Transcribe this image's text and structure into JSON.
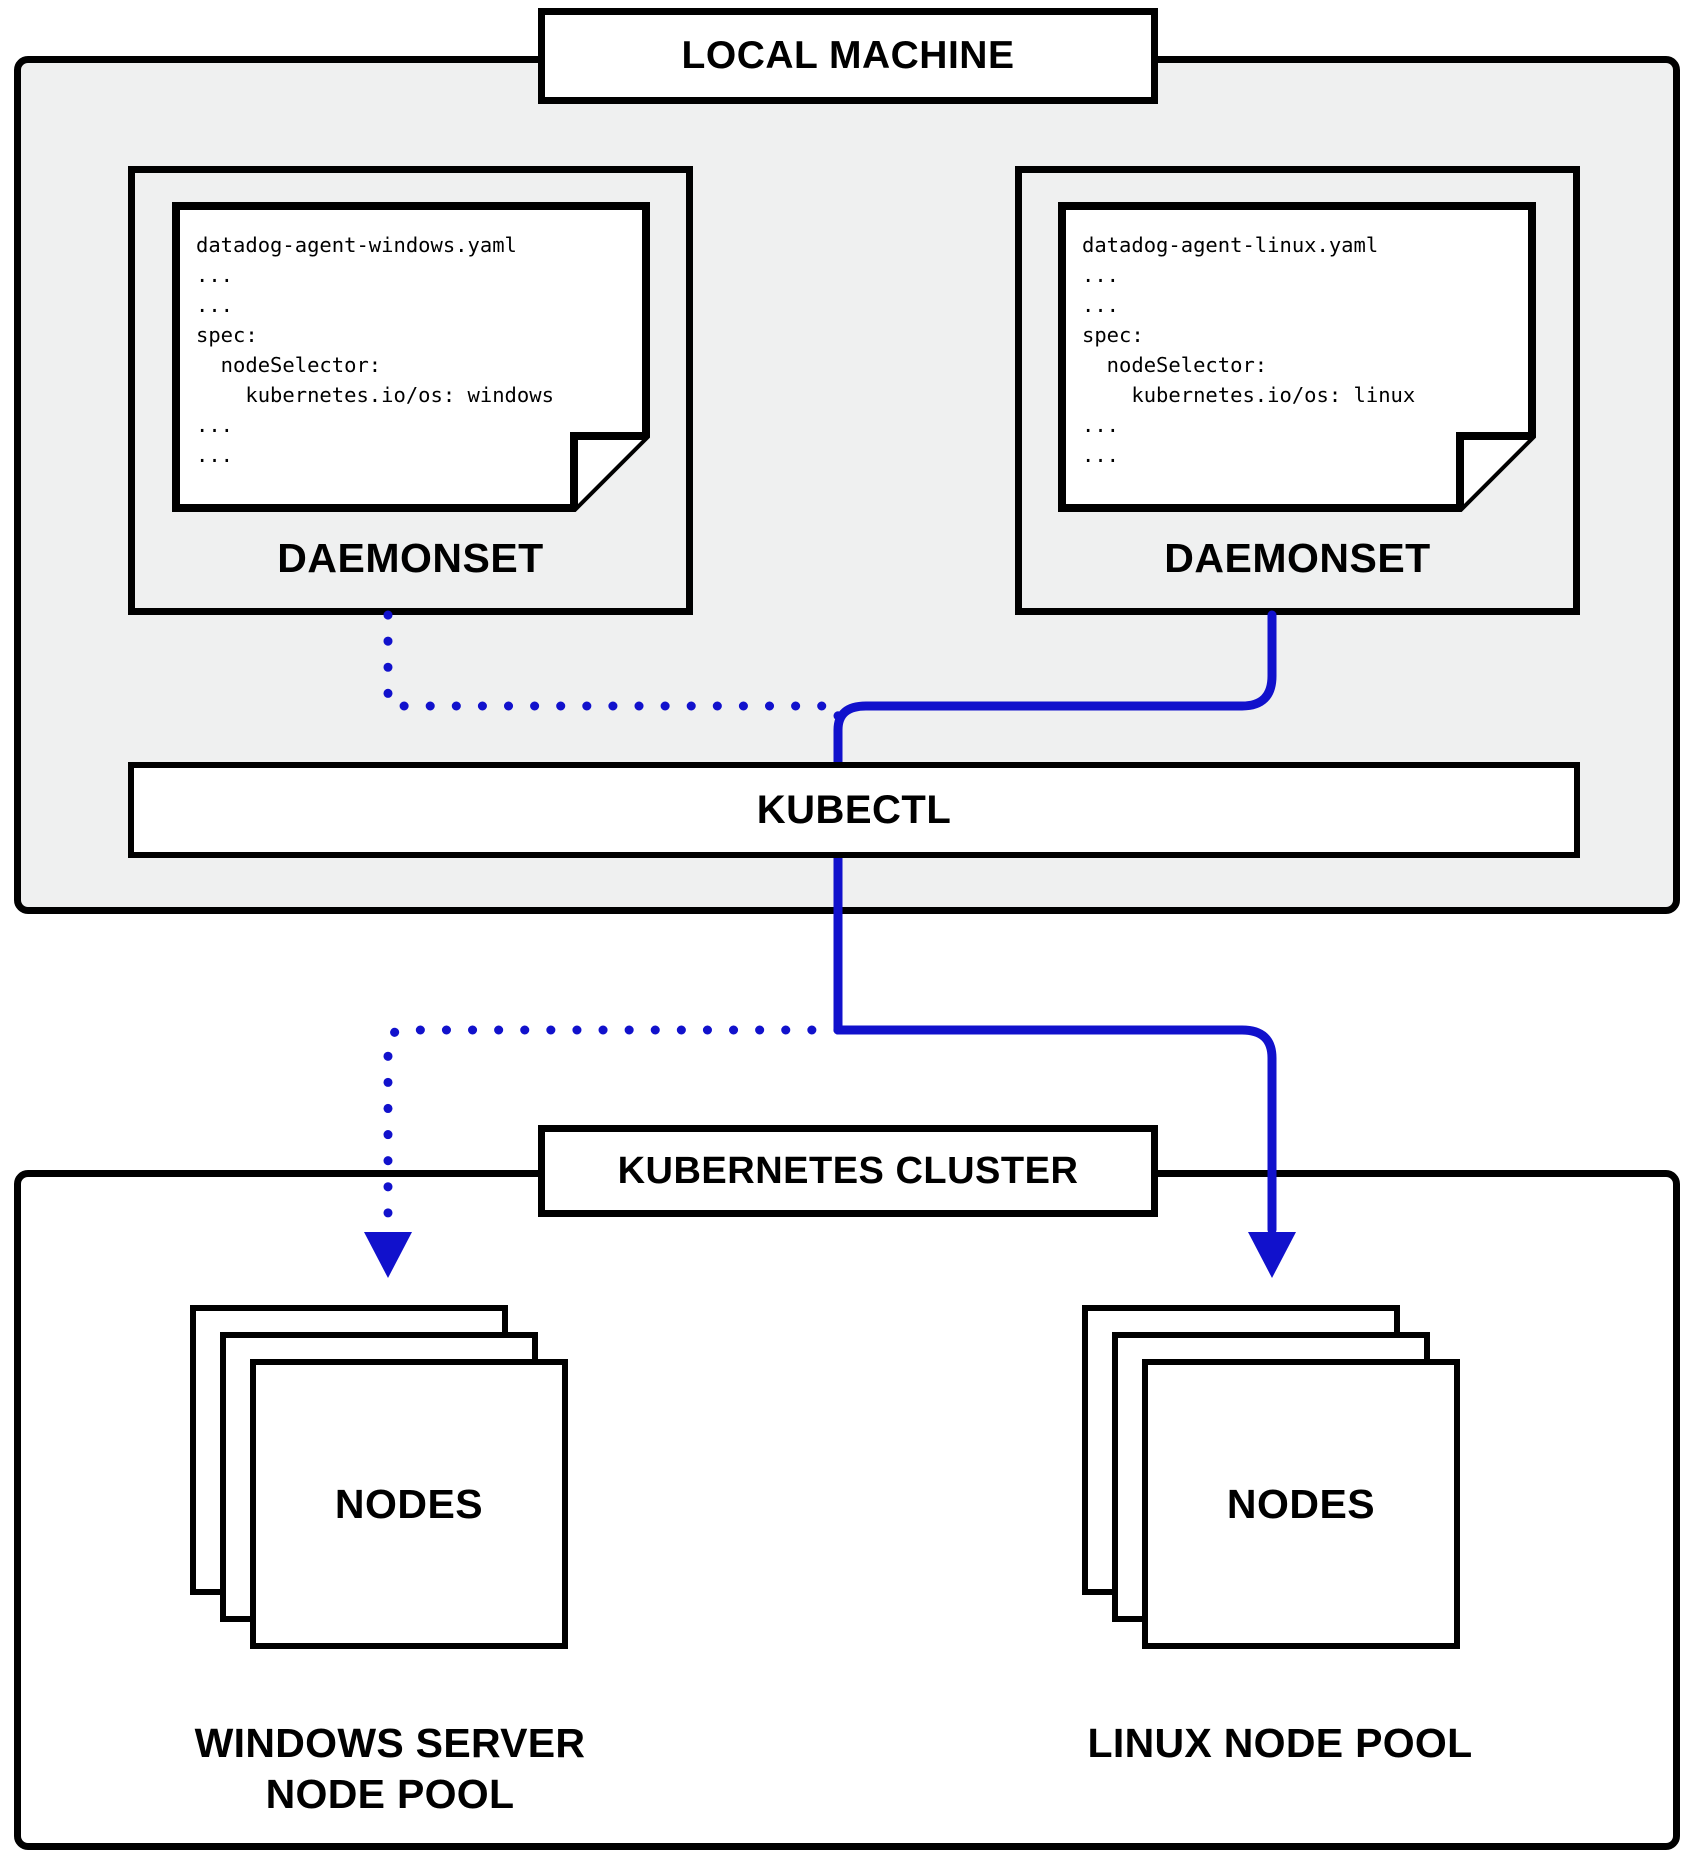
{
  "diagram": {
    "title": "Kubernetes DaemonSet deployment to Windows and Linux node pools",
    "colors": {
      "connector_blue": "#1111cc",
      "panel_fill": "#eff0f0",
      "stroke_black": "#000000",
      "card_fill": "#ffffff"
    }
  },
  "local_machine": {
    "title": "LOCAL MACHINE",
    "daemonsets": [
      {
        "label": "DAEMONSET",
        "document": {
          "filename": "datadog-agent-windows.yaml",
          "lines": [
            "datadog-agent-windows.yaml",
            "...",
            "...",
            "spec:",
            "  nodeSelector:",
            "    kubernetes.io/os: windows",
            "...",
            "..."
          ],
          "node_selector_key": "kubernetes.io/os",
          "node_selector_value": "windows"
        }
      },
      {
        "label": "DAEMONSET",
        "document": {
          "filename": "datadog-agent-linux.yaml",
          "lines": [
            "datadog-agent-linux.yaml",
            "...",
            "...",
            "spec:",
            "  nodeSelector:",
            "    kubernetes.io/os: linux",
            "...",
            "..."
          ],
          "node_selector_key": "kubernetes.io/os",
          "node_selector_value": "linux"
        }
      }
    ],
    "kubectl": {
      "label": "KUBECTL"
    }
  },
  "kubernetes_cluster": {
    "title": "KUBERNETES CLUSTER",
    "node_pools": [
      {
        "nodes_label": "NODES",
        "pool_label": "WINDOWS SERVER\nNODE POOL",
        "pool_label_line1": "WINDOWS SERVER",
        "pool_label_line2": "NODE POOL",
        "node_sheet_count": 3,
        "connector_style": "dotted"
      },
      {
        "nodes_label": "NODES",
        "pool_label": "LINUX NODE POOL",
        "pool_label_line1": "LINUX NODE POOL",
        "pool_label_line2": "",
        "node_sheet_count": 3,
        "connector_style": "solid"
      }
    ]
  },
  "connectors": [
    {
      "id": "windows-daemonset-to-kubectl",
      "style": "dotted",
      "color": "#1111cc",
      "arrow": false
    },
    {
      "id": "linux-daemonset-to-kubectl",
      "style": "solid",
      "color": "#1111cc",
      "arrow": false
    },
    {
      "id": "kubectl-to-windows-nodes",
      "style": "dotted",
      "color": "#1111cc",
      "arrow": true
    },
    {
      "id": "kubectl-to-linux-nodes",
      "style": "solid",
      "color": "#1111cc",
      "arrow": true
    }
  ]
}
